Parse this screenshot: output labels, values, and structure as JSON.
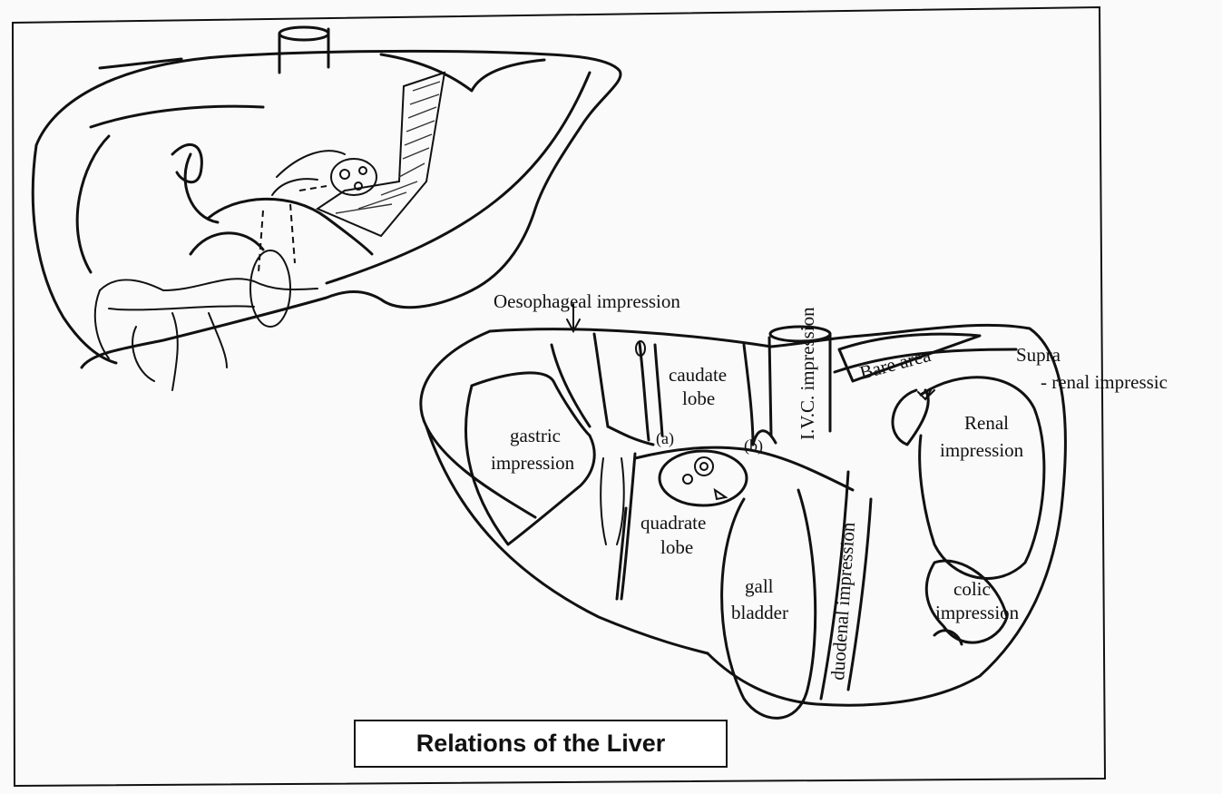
{
  "title": "Relations of the Liver",
  "labels": {
    "oesophageal": "Oesophageal impression",
    "caudate_1": "caudate",
    "caudate_2": "lobe",
    "ivc": "I.V.C. impression",
    "bare_area": "Bare area",
    "supra": "Supra",
    "suprarenal": "- renal impressic",
    "gastric_1": "gastric",
    "gastric_2": "impression",
    "renal_1": "Renal",
    "renal_2": "impression",
    "quadrate_1": "quadrate",
    "quadrate_2": "lobe",
    "gall_1": "gall",
    "gall_2": "bladder",
    "duodenal": "duodenal impression",
    "colic_1": "colic",
    "colic_2": "impression",
    "mark_a": "(a)",
    "mark_b": "(b)"
  }
}
